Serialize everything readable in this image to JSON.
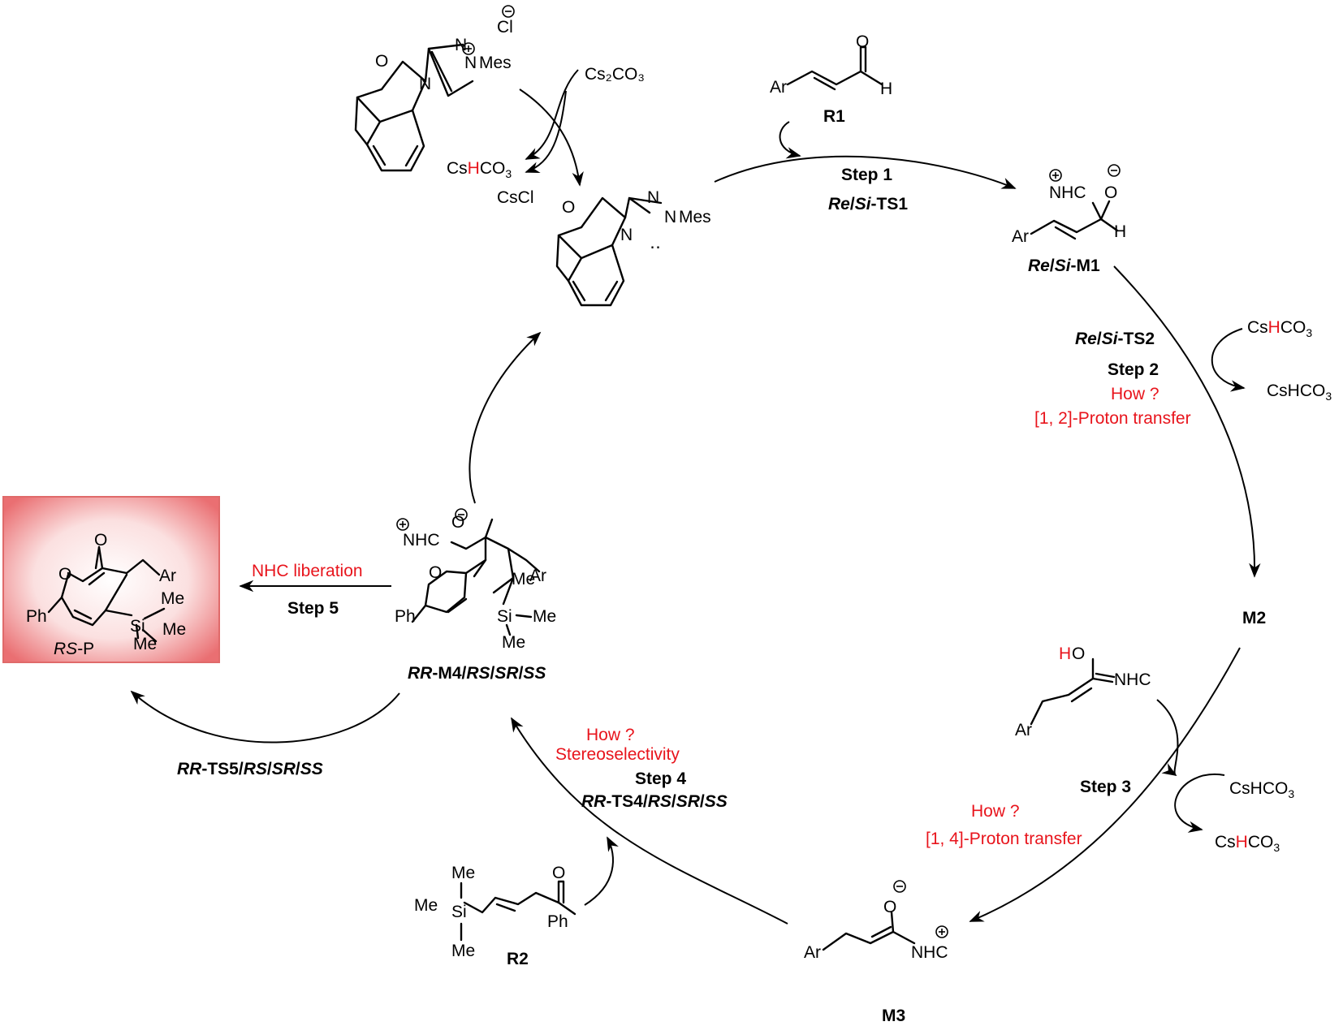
{
  "title": "",
  "catalyst": {
    "precatalyst_counterion": "Cl",
    "precatalyst_substituent": "Mes",
    "precatalyst_ring_atoms": [
      "O",
      "N",
      "N",
      "N"
    ],
    "free_carbene_substituent": "Mes",
    "free_carbene_ring_atoms": [
      "O",
      "N",
      "N",
      "N"
    ],
    "base": "Cs₂CO₃",
    "byproduct_1": "CsHCO₃",
    "byproduct_2": "CsCl"
  },
  "r1": {
    "label": "R1",
    "aryl": "Ar",
    "o": "O",
    "h": "H"
  },
  "step1": {
    "label": "Step 1",
    "ts_prefix": "Re",
    "ts_slash": "/",
    "ts_mid": "Si",
    "ts_suffix": "-TS1"
  },
  "m1": {
    "nhc": "NHC",
    "o": "O",
    "h": "H",
    "aryl": "Ar",
    "prefix": "Re",
    "slash": "/",
    "mid": "Si",
    "suffix": "-M1"
  },
  "step2": {
    "ts_prefix": "Re",
    "ts_slash": "/",
    "ts_mid": "Si",
    "ts_suffix": "-TS2",
    "label": "Step 2",
    "question": "How ?",
    "note": "[1, 2]-Proton transfer",
    "reagent_in": "CsHCO₃",
    "reagent_out": "CsHCO₃"
  },
  "m2": {
    "label": "M2",
    "h": "H",
    "o": "O",
    "nhc": "NHC",
    "aryl": "Ar"
  },
  "step3": {
    "label": "Step 3",
    "question": "How ?",
    "note": "[1, 4]-Proton transfer",
    "reagent_in": "CsHCO₃",
    "reagent_out": "CsHCO₃"
  },
  "m3": {
    "label": "M3",
    "aryl": "Ar",
    "o": "O",
    "nhc": "NHC"
  },
  "r2": {
    "label": "R2",
    "me_top": "Me",
    "me_left": "Me",
    "me_bottom": "Me",
    "si": "Si",
    "o": "O",
    "ph": "Ph"
  },
  "step4": {
    "question": "How ?",
    "note": "Stereoselectivity",
    "label": "Step 4",
    "ts_parts": [
      "RR",
      "-TS4/",
      "RS",
      "/",
      "SR",
      "/",
      "SS"
    ]
  },
  "m4": {
    "nhc": "NHC",
    "o_top": "O",
    "o_ring": "O",
    "aryl": "Ar",
    "ph": "Ph",
    "si": "Si",
    "me1": "Me",
    "me2": "Me",
    "me3": "Me",
    "label_parts": [
      "RR",
      "-M4/",
      "RS",
      "/",
      "SR",
      "/",
      "SS"
    ]
  },
  "step5": {
    "note": "NHC liberation",
    "label": "Step 5",
    "ts_parts": [
      "RR",
      "-TS5/",
      "RS",
      "/",
      "SR",
      "/",
      "SS"
    ]
  },
  "product": {
    "o_carbonyl": "O",
    "o_ring": "O",
    "aryl": "Ar",
    "ph": "Ph",
    "si": "Si",
    "me1": "Me",
    "me2": "Me",
    "me3": "Me",
    "label_italic": "RS",
    "label_rest": "-P",
    "highlight_color": "#f08a8a"
  },
  "colors": {
    "accent_red": "#e8141c",
    "product_box": "#f08a8a"
  }
}
